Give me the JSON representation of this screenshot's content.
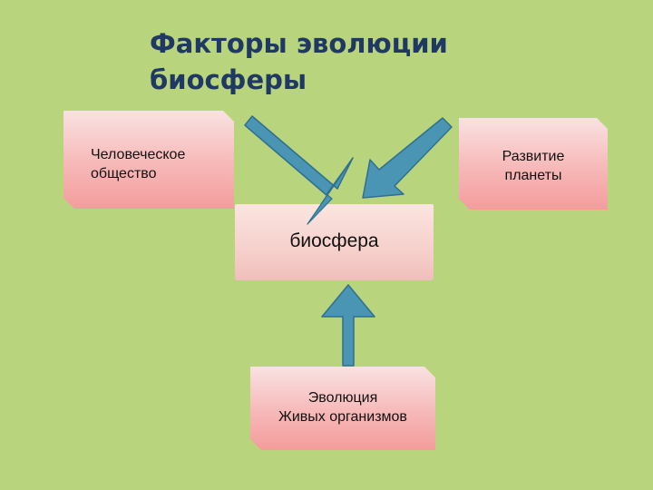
{
  "title": {
    "line1": "Факторы эволюции",
    "line2": "биосферы"
  },
  "nodes": {
    "center": {
      "label": "биосфера"
    },
    "left": {
      "line1": "Человеческое",
      "line2": "общество"
    },
    "right": {
      "line1": "Развитие",
      "line2": "планеты"
    },
    "bottom": {
      "line1": "Эволюция",
      "line2": "Живых организмов"
    }
  },
  "colors": {
    "background": "#b8d47c",
    "title": "#1f3864",
    "card_pink": "#f7b8b8",
    "arrow_fill": "#4a95b4",
    "arrow_stroke": "#2f6f8f"
  }
}
